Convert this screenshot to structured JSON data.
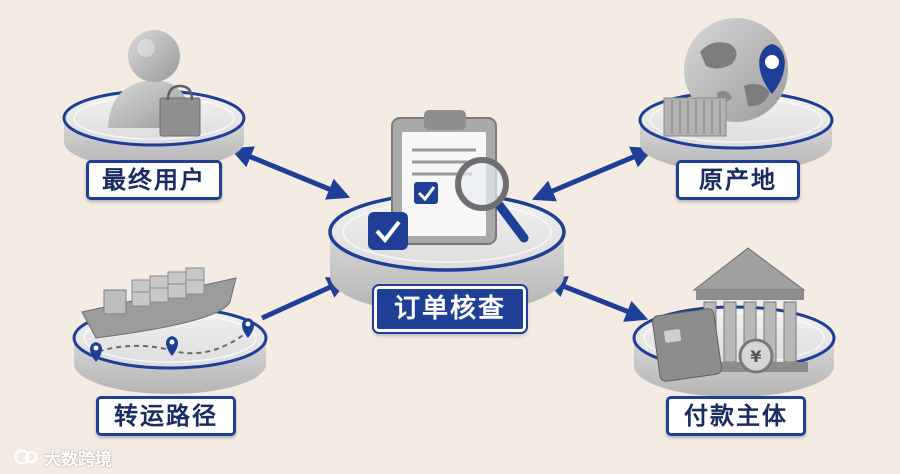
{
  "center": {
    "label": "订单核查"
  },
  "nodes": {
    "end_user": {
      "label": "最终用户"
    },
    "origin": {
      "label": "原产地"
    },
    "route": {
      "label": "转运路径"
    },
    "payer": {
      "label": "付款主体"
    }
  },
  "watermark": {
    "text": "大数跨境"
  },
  "colors": {
    "accent": "#1f3f97",
    "background": "#f4ece2",
    "platform": "#e6e6e6",
    "label_text": "#1b2c63"
  },
  "icons": {
    "end_user": "person-with-shopping-bag-icon",
    "origin": "globe-with-location-pin-and-container-icon",
    "route": "cargo-ship-with-route-pins-icon",
    "payer": "bank-with-card-and-yen-coin-icon",
    "center": "clipboard-with-magnifier-and-checkmark-icon"
  }
}
